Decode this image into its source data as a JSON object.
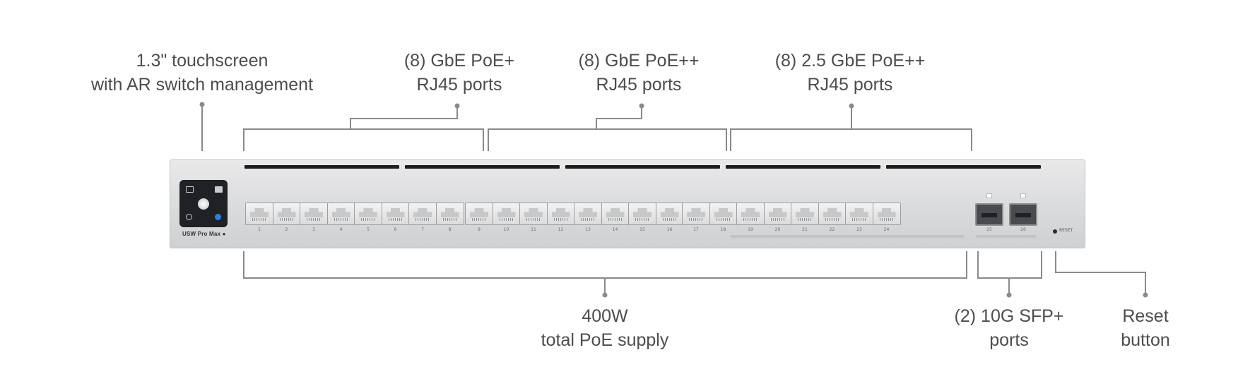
{
  "callouts": {
    "touchscreen": {
      "line1": "1.3\" touchscreen",
      "line2": "with AR switch management"
    },
    "gbe_poe_plus": {
      "line1": "(8) GbE PoE+",
      "line2": "RJ45 ports"
    },
    "gbe_poe_plusplus": {
      "line1": "(8) GbE PoE++",
      "line2": "RJ45 ports"
    },
    "g25_poe_plusplus": {
      "line1": "(8) 2.5 GbE PoE++",
      "line2": "RJ45 ports"
    },
    "poe_supply": {
      "line1": "400W",
      "line2": "total PoE supply"
    },
    "sfp_ports": {
      "line1": "(2) 10G SFP+",
      "line2": "ports"
    },
    "reset_button": {
      "line1": "Reset",
      "line2": "button"
    }
  },
  "device": {
    "brand": "USW Pro Max",
    "reset_label": "RESET",
    "port_labels": [
      "1",
      "2",
      "3",
      "4",
      "5",
      "6",
      "7",
      "8",
      "9",
      "10",
      "11",
      "12",
      "13",
      "14",
      "15",
      "16",
      "17",
      "18",
      "19",
      "20",
      "21",
      "22",
      "23",
      "24"
    ],
    "sfp_labels": [
      "25",
      "26"
    ]
  },
  "colors": {
    "callout_text": "#4d4d4d",
    "callout_line": "#8a8a8a",
    "chassis": "#dadbdd",
    "vent": "#1d1d1f",
    "screen": "#202124",
    "screen_accent": "#2f7de1"
  }
}
